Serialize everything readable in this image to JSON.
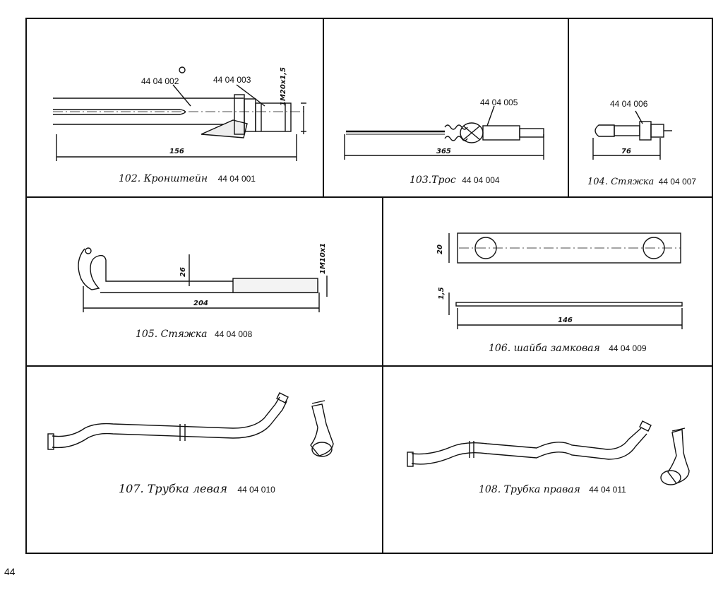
{
  "page_number": "44",
  "panels": [
    {
      "id": "102",
      "title": "102. Кронштейн",
      "code": "44 04 001",
      "parts": [
        "44 04 002",
        "44 04 003"
      ],
      "dims": [
        "156",
        "1M20x1,5"
      ]
    },
    {
      "id": "103",
      "title": "103.Трос",
      "code": "44 04 004",
      "parts": [
        "44 04 005"
      ],
      "dims": [
        "365"
      ]
    },
    {
      "id": "104",
      "title": "104. Стяжка",
      "code": "44 04 007",
      "parts": [
        "44 04 006"
      ],
      "dims": [
        "76"
      ]
    },
    {
      "id": "105",
      "title": "105. Стяжка",
      "code": "44 04 008",
      "parts": [],
      "dims": [
        "26",
        "204",
        "1M10x1"
      ]
    },
    {
      "id": "106",
      "title": "106. шайба замковая",
      "code": "44 04 009",
      "parts": [],
      "dims": [
        "20",
        "1,5",
        "146"
      ]
    },
    {
      "id": "107",
      "title": "107. Трубка левая",
      "code": "44 04 010",
      "parts": [],
      "dims": []
    },
    {
      "id": "108",
      "title": "108. Трубка правая",
      "code": "44 04 011",
      "parts": [],
      "dims": []
    }
  ]
}
